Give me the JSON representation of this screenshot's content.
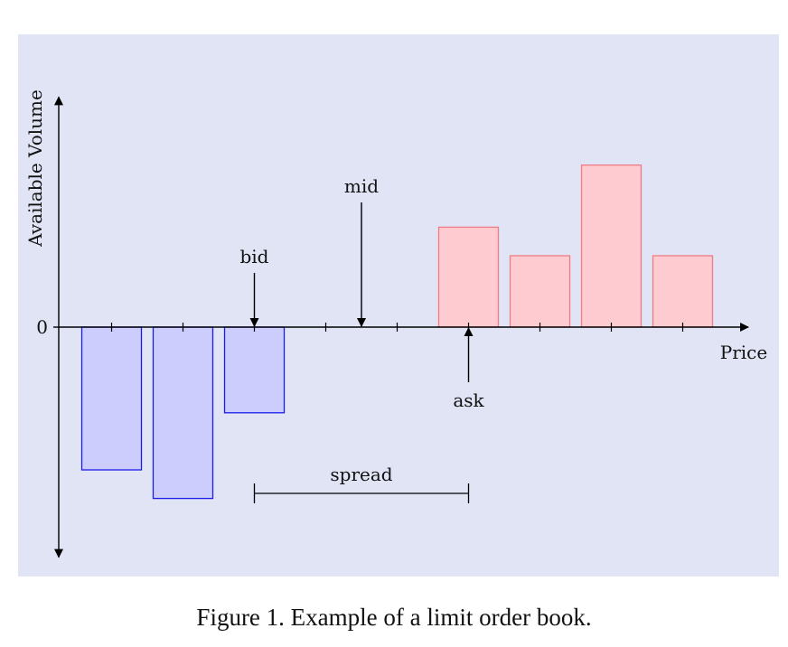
{
  "caption": "Figure 1.  Example of a limit order book.",
  "colors": {
    "panel_bg": "#e0e4f4",
    "bid_fill": "#cdcdfd",
    "bid_stroke": "#1c1ce6",
    "ask_fill": "#fecbd0",
    "ask_stroke": "#f07c86",
    "axis": "#000000"
  },
  "chart_data": {
    "type": "bar",
    "xlabel": "Price",
    "ylabel": "Available Volume",
    "y_zero_label": "0",
    "grid": false,
    "x_ticks": [
      0.5,
      1.5,
      2.5,
      3.5,
      4.5,
      5.5,
      6.5,
      7.5,
      8.5
    ],
    "xlim": [
      -0.6,
      9.6
    ],
    "ylim": [
      -3.35,
      3.35
    ],
    "series": [
      {
        "side": "bid",
        "bars": [
          {
            "x": 0.5,
            "value": -2.0
          },
          {
            "x": 1.5,
            "value": -2.4
          },
          {
            "x": 2.5,
            "value": -1.2
          }
        ]
      },
      {
        "side": "ask",
        "bars": [
          {
            "x": 5.5,
            "value": 1.4
          },
          {
            "x": 6.5,
            "value": 1.0
          },
          {
            "x": 7.5,
            "value": 2.27
          },
          {
            "x": 8.5,
            "value": 1.0
          }
        ]
      }
    ],
    "annotations": {
      "bid": {
        "label": "bid",
        "x": 2.5
      },
      "mid": {
        "label": "mid",
        "x": 4.0
      },
      "ask": {
        "label": "ask",
        "x": 5.5
      },
      "spread": {
        "label": "spread",
        "from": 2.5,
        "to": 5.5
      }
    }
  }
}
